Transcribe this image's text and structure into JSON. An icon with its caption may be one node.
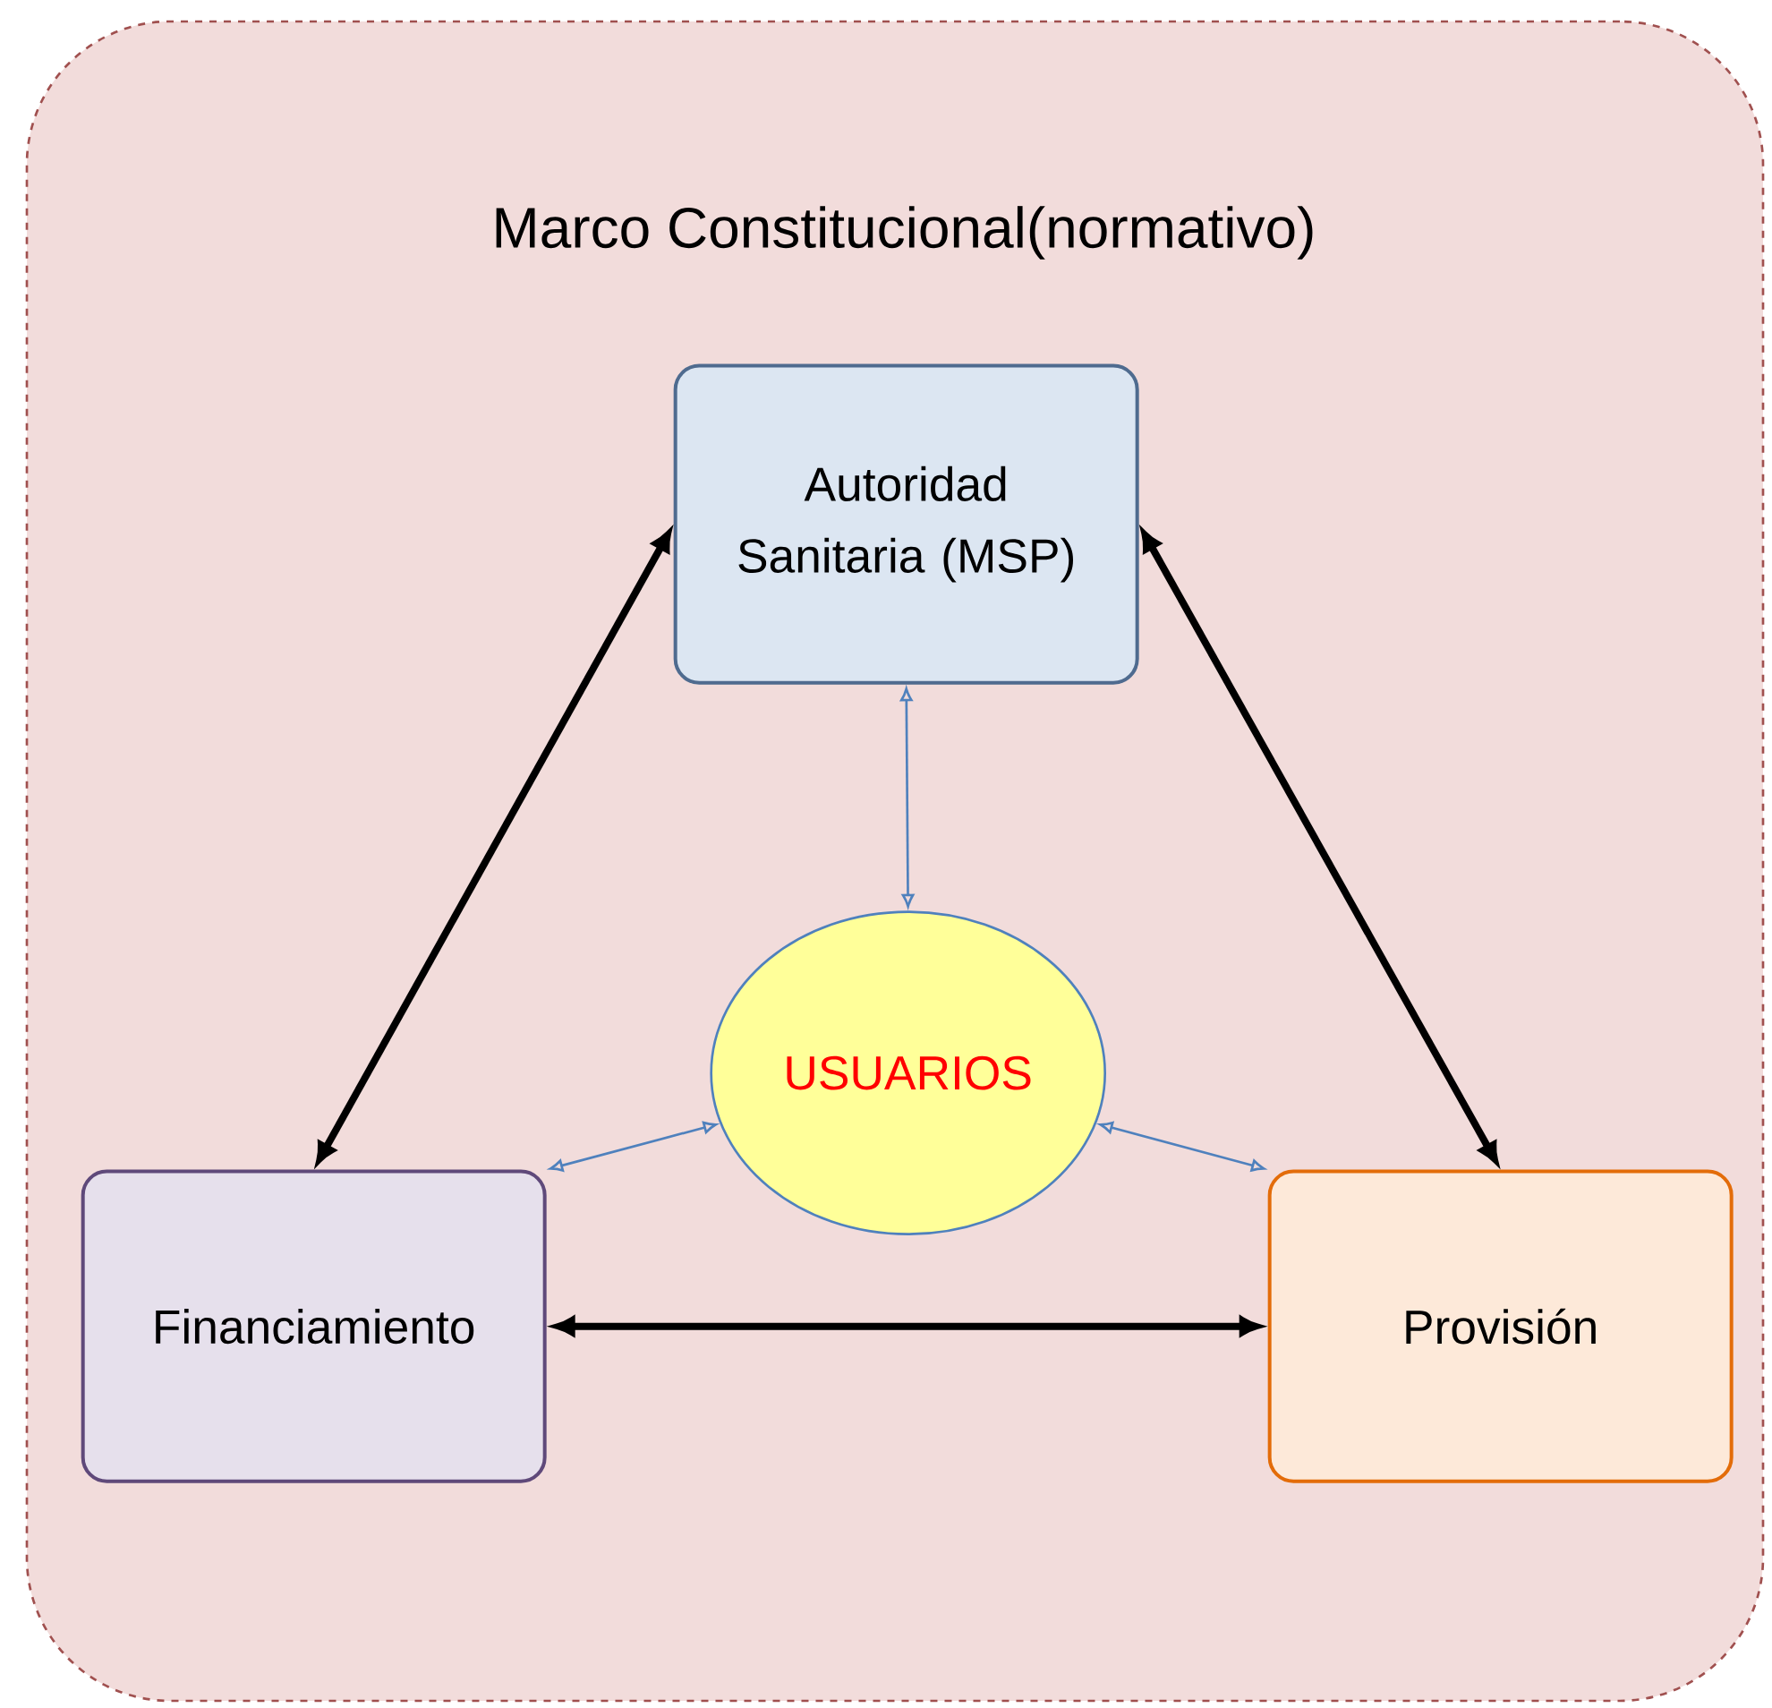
{
  "diagram": {
    "nodes": [
      {
        "text": [
          "Marco Constitucional(normativo)"
        ]
      },
      {
        "text": [
          "Autoridad Sanitaria (MSP)"
        ],
        "in": 0
      },
      {
        "text": [
          "USUARIOS"
        ],
        "in": 0
      },
      {
        "text": [
          "Financiamiento"
        ],
        "in": 0
      },
      {
        "text": [
          "Provisión"
        ],
        "in": 0
      }
    ],
    "edges": [
      {
        "from": 1,
        "to": 3,
        "arrow": "both",
        "style": "thick"
      },
      {
        "from": 1,
        "to": 4,
        "arrow": "both",
        "style": "thick"
      },
      {
        "from": 1,
        "to": 2,
        "arrow": "both",
        "color": "#4f81bd"
      },
      {
        "from": 2,
        "to": 3,
        "arrow": "both",
        "color": "#4f81bd"
      },
      {
        "from": 2,
        "to": 4,
        "arrow": "both",
        "color": "#4f81bd"
      },
      {
        "from": 3,
        "to": 4,
        "arrow": "both",
        "style": "thick"
      }
    ]
  }
}
